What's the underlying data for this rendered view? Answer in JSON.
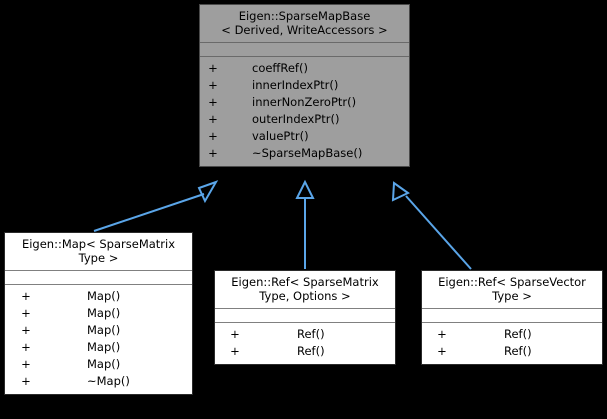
{
  "diagram": {
    "type": "uml-class-inheritance",
    "background_color": "#000000",
    "edge_color": "#5aa5e8",
    "base_fill_color": "#9e9e9e",
    "derived_fill_color": "#ffffff",
    "relationship_label": "inheritance"
  },
  "nodes": {
    "sparsemapbase": {
      "title": "Eigen::SparseMapBase\n< Derived, WriteAccessors >",
      "attributes": [],
      "operations": [
        {
          "visibility": "+",
          "name": "coeffRef()"
        },
        {
          "visibility": "+",
          "name": "innerIndexPtr()"
        },
        {
          "visibility": "+",
          "name": "innerNonZeroPtr()"
        },
        {
          "visibility": "+",
          "name": "outerIndexPtr()"
        },
        {
          "visibility": "+",
          "name": "valuePtr()"
        },
        {
          "visibility": "+",
          "name": "~SparseMapBase()"
        }
      ]
    },
    "map_sparsematrix": {
      "title": "Eigen::Map< SparseMatrix\nType >",
      "attributes": [],
      "operations": [
        {
          "visibility": "+",
          "name": "Map()"
        },
        {
          "visibility": "+",
          "name": "Map()"
        },
        {
          "visibility": "+",
          "name": "Map()"
        },
        {
          "visibility": "+",
          "name": "Map()"
        },
        {
          "visibility": "+",
          "name": "Map()"
        },
        {
          "visibility": "+",
          "name": "~Map()"
        }
      ]
    },
    "ref_sparsematrix": {
      "title": "Eigen::Ref< SparseMatrix\nType, Options >",
      "attributes": [],
      "operations": [
        {
          "visibility": "+",
          "name": "Ref()"
        },
        {
          "visibility": "+",
          "name": "Ref()"
        }
      ]
    },
    "ref_sparsevector": {
      "title": "Eigen::Ref< SparseVector\nType >",
      "attributes": [],
      "operations": [
        {
          "visibility": "+",
          "name": "Ref()"
        },
        {
          "visibility": "+",
          "name": "Ref()"
        }
      ]
    }
  },
  "edges": [
    {
      "from": "map_sparsematrix",
      "to": "sparsemapbase",
      "kind": "inheritance"
    },
    {
      "from": "ref_sparsematrix",
      "to": "sparsemapbase",
      "kind": "inheritance"
    },
    {
      "from": "ref_sparsevector",
      "to": "sparsemapbase",
      "kind": "inheritance"
    }
  ]
}
